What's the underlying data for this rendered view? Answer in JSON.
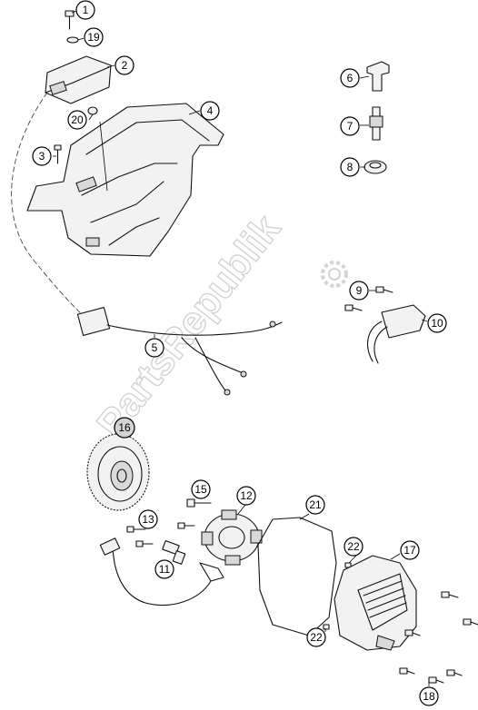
{
  "watermark": {
    "text": "PartsRepublik",
    "icon": "gear-icon",
    "color": "#cccccc"
  },
  "callouts": [
    {
      "id": "c1",
      "label": "1"
    },
    {
      "id": "c19",
      "label": "19"
    },
    {
      "id": "c2",
      "label": "2"
    },
    {
      "id": "c4",
      "label": "4"
    },
    {
      "id": "c20",
      "label": "20"
    },
    {
      "id": "c3",
      "label": "3"
    },
    {
      "id": "c6",
      "label": "6"
    },
    {
      "id": "c7",
      "label": "7"
    },
    {
      "id": "c8",
      "label": "8"
    },
    {
      "id": "c9",
      "label": "9"
    },
    {
      "id": "c10",
      "label": "10"
    },
    {
      "id": "c5",
      "label": "5"
    },
    {
      "id": "c16",
      "label": "16"
    },
    {
      "id": "c15",
      "label": "15"
    },
    {
      "id": "c12",
      "label": "12"
    },
    {
      "id": "c21",
      "label": "21"
    },
    {
      "id": "c13",
      "label": "13"
    },
    {
      "id": "c11",
      "label": "11"
    },
    {
      "id": "c22a",
      "label": "22"
    },
    {
      "id": "c17",
      "label": "17"
    },
    {
      "id": "c22b",
      "label": "22"
    },
    {
      "id": "c18",
      "label": "18"
    }
  ]
}
